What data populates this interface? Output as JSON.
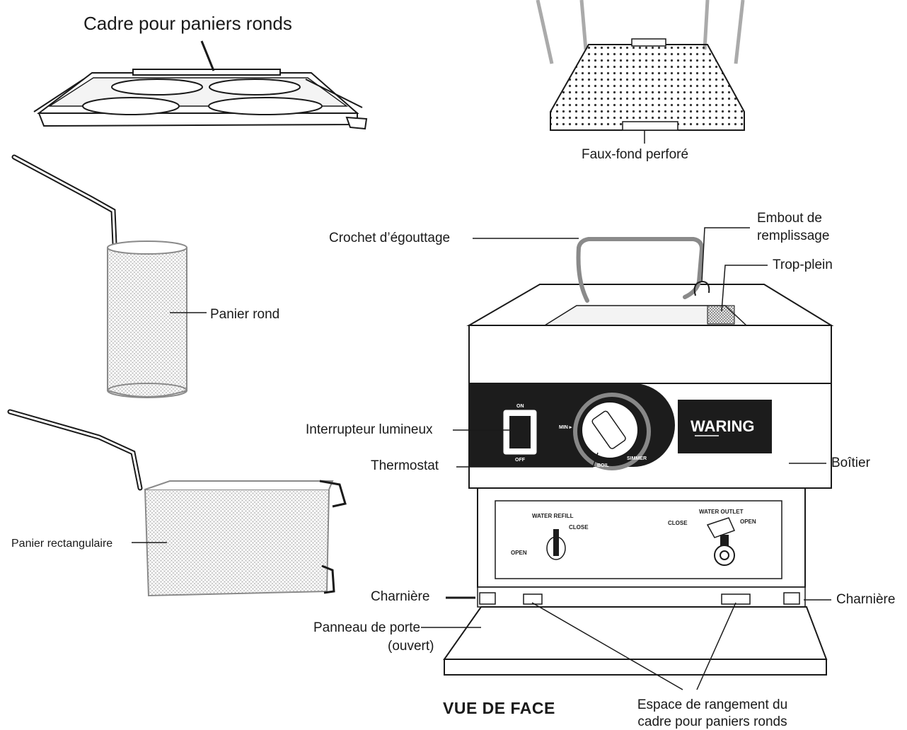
{
  "labels": {
    "frame_round_baskets": "Cadre pour paniers ronds",
    "false_bottom": "Faux-fond perforé",
    "round_basket": "Panier rond",
    "rect_basket": "Panier rectangulaire",
    "drain_hook": "Crochet d’égouttage",
    "fill_nozzle_1": "Embout de",
    "fill_nozzle_2": "remplissage",
    "overflow": "Trop-plein",
    "light_switch": "Interrupteur lumineux",
    "thermostat": "Thermostat",
    "housing": "Boîtier",
    "hinge_left": "Charnière",
    "hinge_right": "Charnière",
    "door_panel_1": "Panneau de porte",
    "door_panel_2": "(ouvert)",
    "storage_1": "Espace de rangement du",
    "storage_2": "cadre pour paniers ronds",
    "view_title": "VUE DE FACE"
  },
  "device": {
    "brand": "WARING",
    "switch_on": "ON",
    "switch_off": "OFF",
    "dial_min": "MIN ▸",
    "dial_boil": "BOIL",
    "dial_simmer": "SIMMER",
    "water_refill": "WATER REFILL",
    "refill_close": "CLOSE",
    "refill_open": "OPEN",
    "water_outlet": "WATER OUTLET",
    "outlet_close": "CLOSE",
    "outlet_open": "OPEN"
  },
  "colors": {
    "line": "#1a1a1a",
    "panel_dark": "#1c1c1c",
    "mesh": "#8a8a8a",
    "dial_ring": "#888888"
  }
}
